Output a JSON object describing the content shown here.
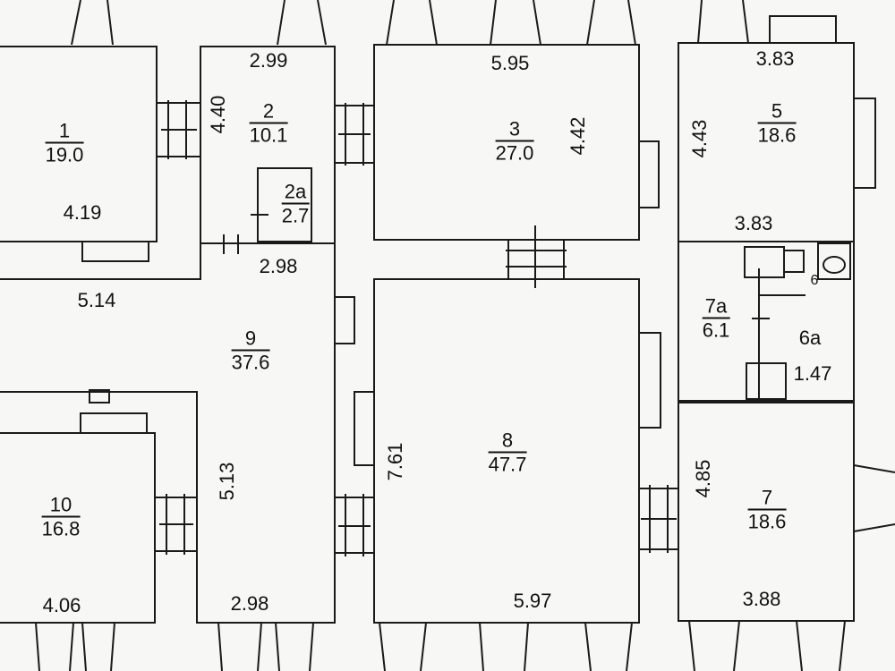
{
  "rooms": [
    {
      "id": "1",
      "area": "19.0"
    },
    {
      "id": "2",
      "area": "10.1"
    },
    {
      "id": "2a",
      "area": "2.7"
    },
    {
      "id": "3",
      "area": "27.0"
    },
    {
      "id": "5",
      "area": "18.6"
    },
    {
      "id": "7a",
      "area": "6.1"
    },
    {
      "id": "9",
      "area": "37.6"
    },
    {
      "id": "8",
      "area": "47.7"
    },
    {
      "id": "7",
      "area": "18.6"
    },
    {
      "id": "10",
      "area": "16.8"
    }
  ],
  "room_6a": "6a",
  "room_6": "6",
  "dimensions": {
    "r1_width": "4.19",
    "r2_top": "2.99",
    "r2_height": "4.40",
    "r2_bottom": "2.98",
    "r3_top": "5.95",
    "r3_height": "4.42",
    "r5_top": "3.83",
    "r5_height": "4.43",
    "r5_bottom": "3.83",
    "corridor_width": "5.14",
    "r6a_width": "1.47",
    "r8_height": "7.61",
    "r8_bottom": "5.97",
    "r9_height": "5.13",
    "r9_bottom": "2.98",
    "r7_height": "4.85",
    "r7_bottom": "3.88",
    "r10_bottom": "4.06"
  }
}
